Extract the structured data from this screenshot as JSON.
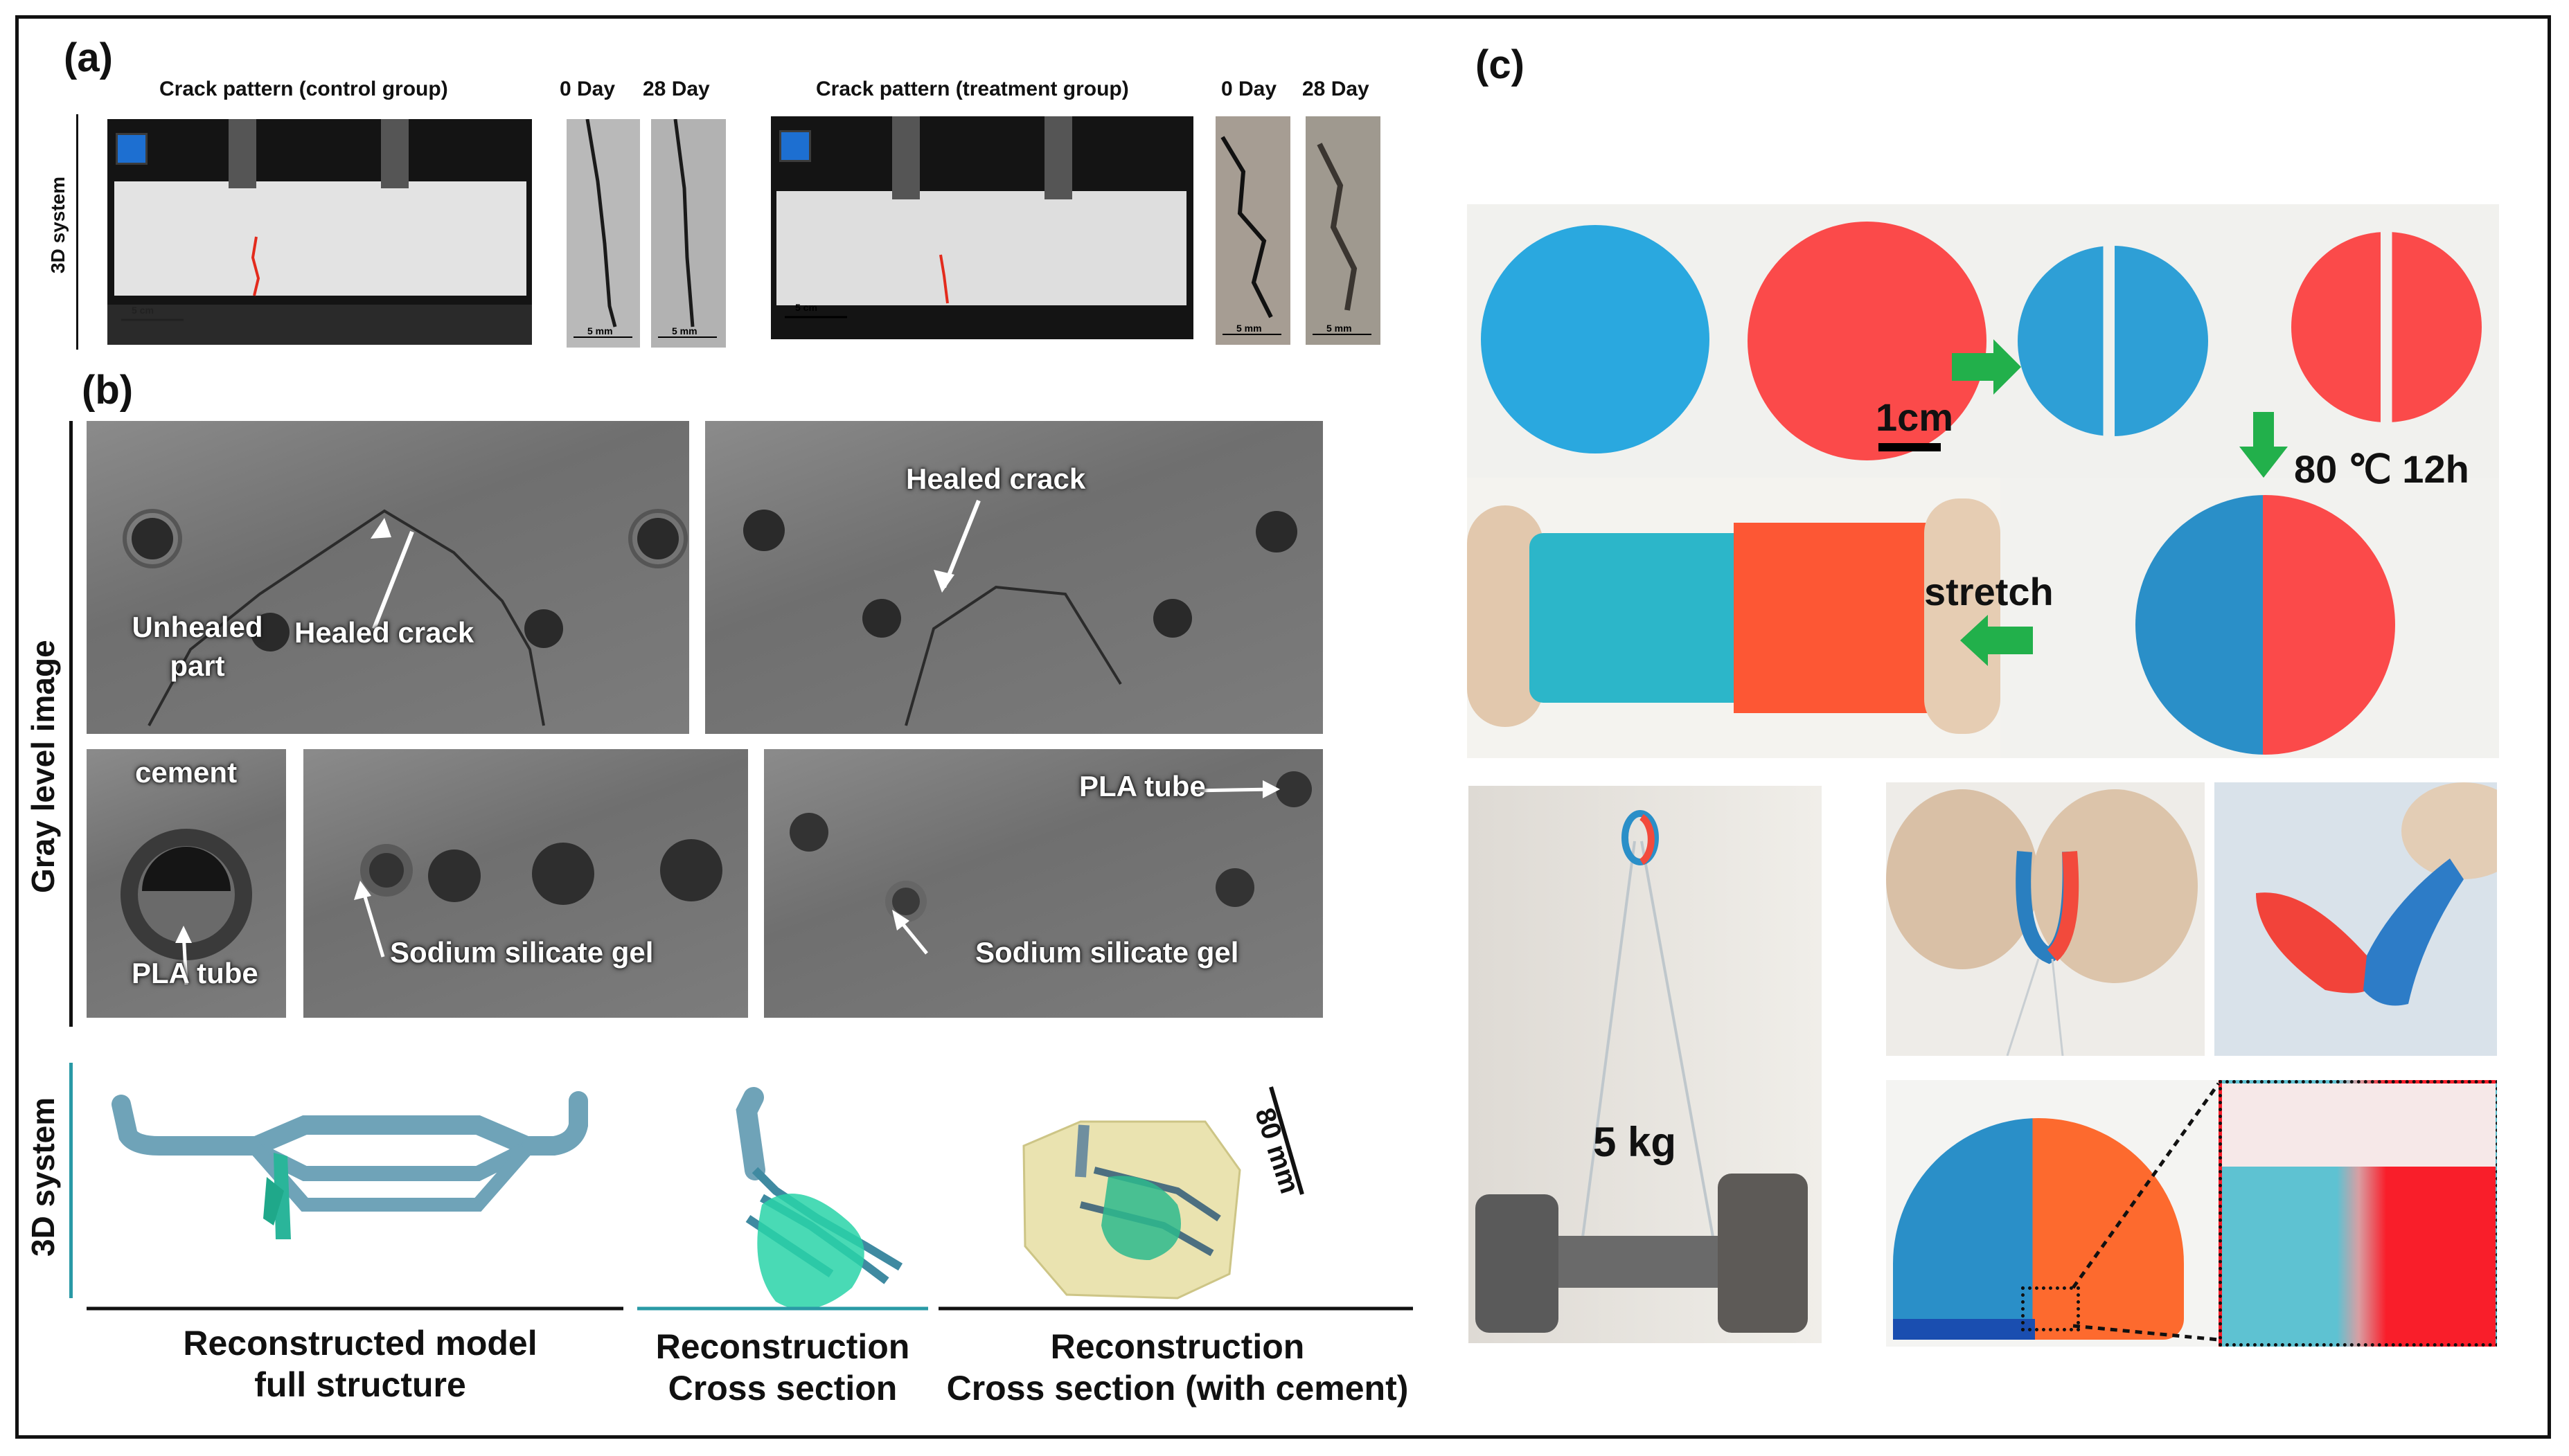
{
  "panel_labels": {
    "a": "(a)",
    "b": "(b)",
    "c": "(c)"
  },
  "panel_a": {
    "side_label": "3D system",
    "control_title": "Crack pattern (control group)",
    "treatment_title": "Crack pattern (treatment group)",
    "day0": "0 Day",
    "day28": "28 Day",
    "scale_5cm": "5 cm",
    "scale_5mm": "5 mm"
  },
  "panel_b": {
    "gray_label": "Gray level image",
    "system_label": "3D system",
    "unhealed_part": "Unhealed part",
    "healed_crack": "Healed crack",
    "cement": "cement",
    "pla_tube": "PLA tube",
    "sodium_silicate_gel": "Sodium silicate gel",
    "scale_80mm": "80 mm",
    "caption_full": [
      "Reconstructed model",
      "full structure"
    ],
    "caption_cross": [
      "Reconstruction",
      "Cross section"
    ],
    "caption_cement": [
      "Reconstruction",
      "Cross section (with cement)"
    ]
  },
  "panel_c": {
    "scale_1cm": "1cm",
    "heat_condition": "80 ℃ 12h",
    "stretch": "stretch",
    "weight": "5 kg"
  },
  "colors": {
    "blue_gel": "#2aa8df",
    "red_gel": "#fb4a4a",
    "arrow_green": "#22b04b",
    "frame": "#111111"
  }
}
